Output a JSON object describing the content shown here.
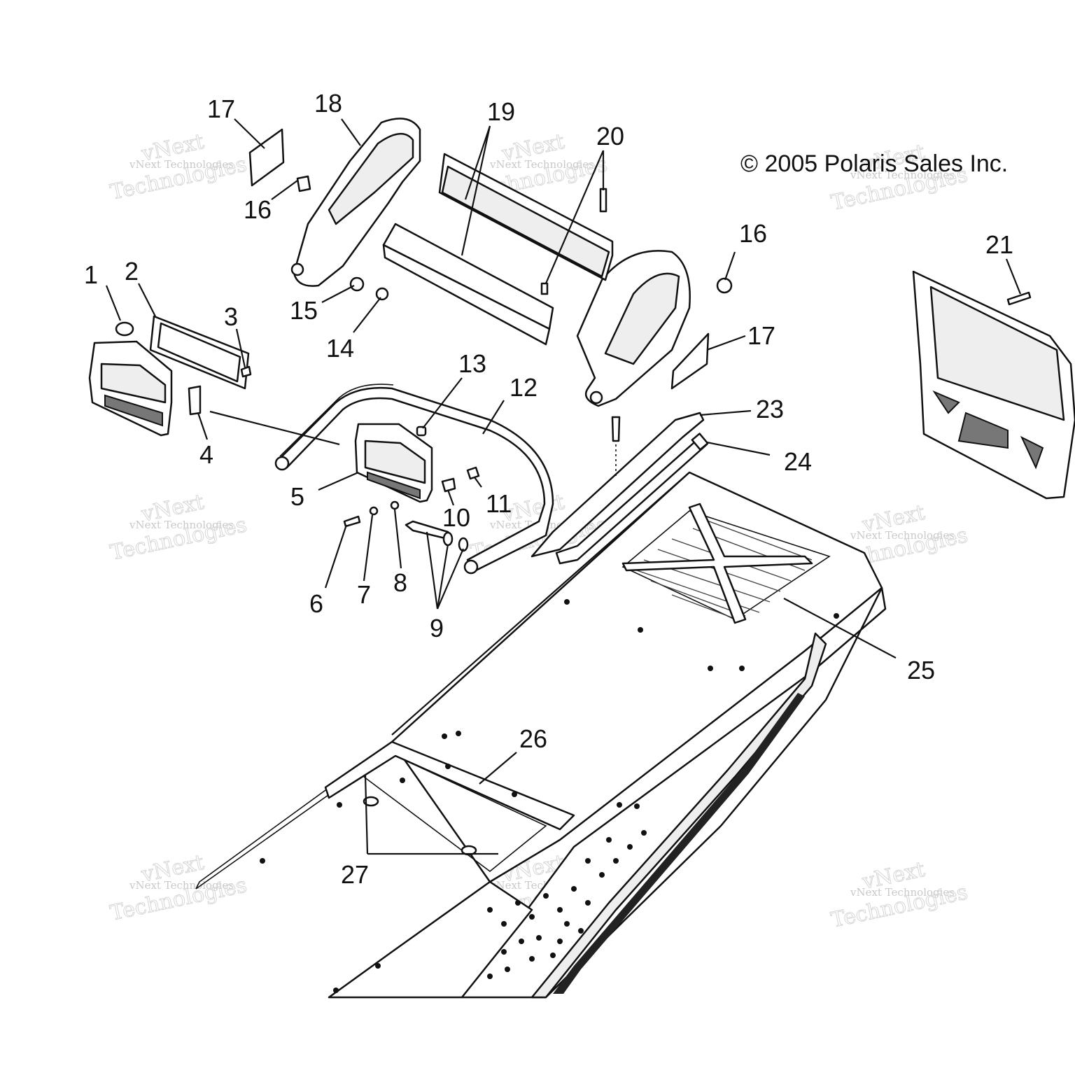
{
  "copyright": "© 2005 Polaris Sales Inc.",
  "watermark": {
    "small": "vNext Technologies",
    "arc": "vNext",
    "big": "Technologies"
  },
  "callouts": [
    {
      "id": "1",
      "label": "1"
    },
    {
      "id": "2",
      "label": "2"
    },
    {
      "id": "3",
      "label": "3"
    },
    {
      "id": "4",
      "label": "4"
    },
    {
      "id": "5",
      "label": "5"
    },
    {
      "id": "6",
      "label": "6"
    },
    {
      "id": "7",
      "label": "7"
    },
    {
      "id": "8",
      "label": "8"
    },
    {
      "id": "9",
      "label": "9"
    },
    {
      "id": "10",
      "label": "10"
    },
    {
      "id": "11",
      "label": "11"
    },
    {
      "id": "12",
      "label": "12"
    },
    {
      "id": "13",
      "label": "13"
    },
    {
      "id": "14",
      "label": "14"
    },
    {
      "id": "15",
      "label": "15"
    },
    {
      "id": "16a",
      "label": "16"
    },
    {
      "id": "16b",
      "label": "16"
    },
    {
      "id": "17a",
      "label": "17"
    },
    {
      "id": "17b",
      "label": "17"
    },
    {
      "id": "18",
      "label": "18"
    },
    {
      "id": "19",
      "label": "19"
    },
    {
      "id": "20",
      "label": "20"
    },
    {
      "id": "21",
      "label": "21"
    },
    {
      "id": "23",
      "label": "23"
    },
    {
      "id": "24",
      "label": "24"
    },
    {
      "id": "25",
      "label": "25"
    },
    {
      "id": "26",
      "label": "26"
    },
    {
      "id": "27",
      "label": "27"
    }
  ]
}
